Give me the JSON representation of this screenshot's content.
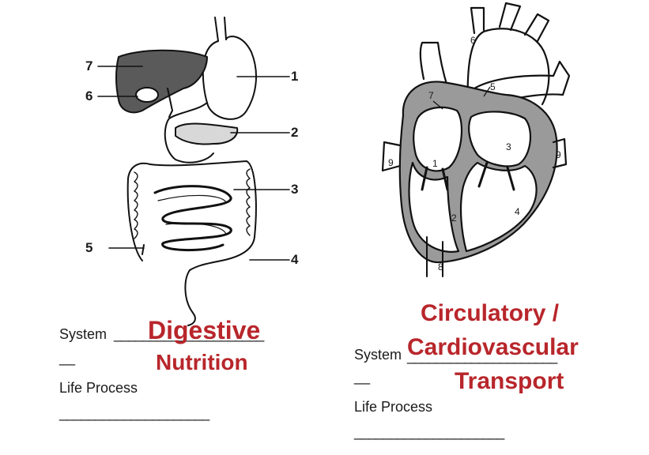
{
  "digestive": {
    "labels": [
      "1",
      "2",
      "3",
      "4",
      "5",
      "6",
      "7"
    ],
    "system_prefix": "System",
    "system_answer": "Digestive",
    "dash": "__",
    "process_answer": "Nutrition",
    "process_label": "Life Process",
    "blank_line": "_____________________"
  },
  "heart": {
    "labels": [
      "1",
      "2",
      "3",
      "4",
      "5",
      "6",
      "7",
      "8",
      "9",
      "9"
    ],
    "system_prefix": "System",
    "system_answer_line1": "Circulatory /",
    "system_answer_line2": "Cardiovascular",
    "dash": "__",
    "process_answer": "Transport",
    "process_label": "Life Process",
    "blank_line": "_____________________"
  },
  "colors": {
    "answer": "#b8262b",
    "ink": "#1a1a1a"
  }
}
